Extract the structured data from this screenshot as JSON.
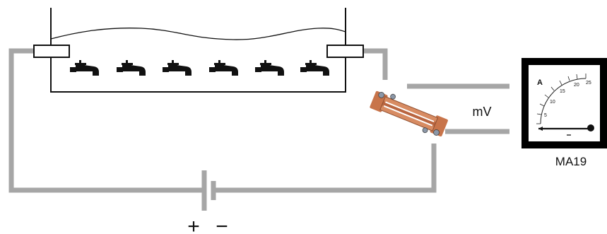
{
  "labels": {
    "millivolt": "mV",
    "meter_model": "MA19",
    "battery_positive": "+",
    "battery_negative": "−"
  },
  "meter": {
    "unit": "A",
    "scale_labels": [
      "5",
      "10",
      "15",
      "20",
      "25"
    ]
  },
  "colors": {
    "wire": "#a6a6a6",
    "line": "#111111",
    "shunt_copper": "#c8744a",
    "meter_frame": "#000000",
    "meter_face": "#ffffff"
  }
}
